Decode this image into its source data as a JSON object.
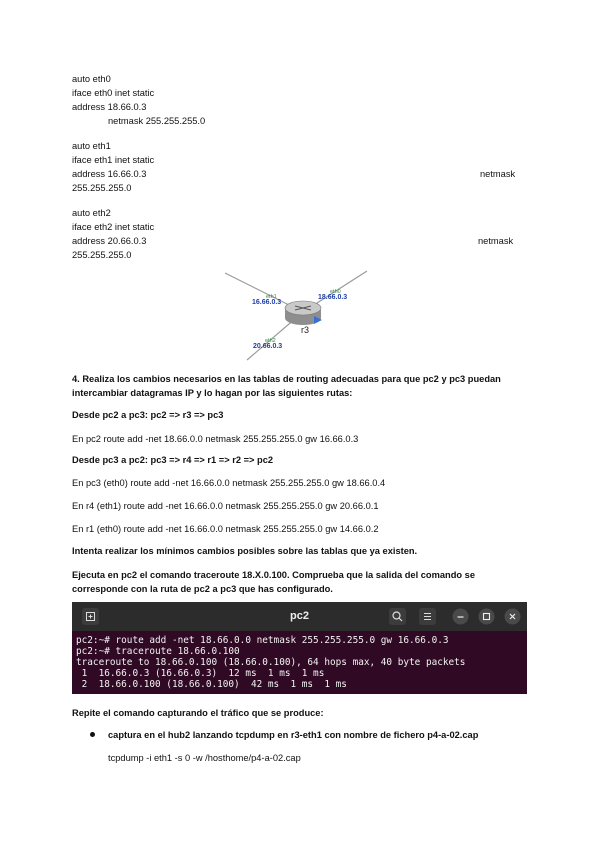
{
  "config": {
    "eth0": [
      "auto eth0",
      "iface eth0 inet static",
      "address 18.66.0.3",
      "netmask 255.255.255.0"
    ],
    "eth1": [
      "auto eth1",
      "iface eth1 inet static",
      "address 16.66.0.3",
      "netmask",
      "255.255.255.0"
    ],
    "eth2": [
      "auto eth2",
      "iface eth2 inet static",
      "address 20.66.0.3",
      "netmask",
      "255.255.255.0"
    ]
  },
  "diagram": {
    "router": "r3",
    "eth1_label": "eth1",
    "eth1_ip": "16.66.0.3",
    "eth0_label": "eth0",
    "eth0_ip": "18.66.0.3",
    "eth2_label": "eth2",
    "eth2_ip": "20.66.0.3"
  },
  "section4": {
    "q1": "4. Realiza los cambios necesarios en las tablas de routing adecuadas para que pc2 y pc3 puedan",
    "q2": "intercambiar datagramas IP y lo hagan por las siguientes rutas:",
    "r1_title": "Desde pc2 a pc3: pc2 => r3 => pc3",
    "r1_cmd": "En pc2 route add -net 18.66.0.0 netmask 255.255.255.0 gw 16.66.0.3",
    "r2_title": "Desde pc3 a pc2: pc3 => r4 => r1 => r2 => pc2",
    "r2_cmd1": "En pc3 (eth0)  route add -net 16.66.0.0 netmask 255.255.255.0 gw 18.66.0.4",
    "r2_cmd2": "En r4 (eth1) route add -net 16.66.0.0 netmask 255.255.255.0 gw 20.66.0.1",
    "r2_cmd3": " En r1 (eth0)  route add -net 16.66.0.0 netmask 255.255.255.0 gw 14.66.0.2",
    "note": "Intenta realizar los mínimos cambios posibles sobre las tablas que ya existen.",
    "trace1": "Ejecuta en pc2 el comando traceroute 18.X.0.100. Comprueba que la salida del comando se",
    "trace2": "corresponde con la ruta de pc2 a pc3 que has configurado."
  },
  "terminal": {
    "title": "pc2",
    "lines": [
      "pc2:~# route add -net 18.66.0.0 netmask 255.255.255.0 gw 16.66.0.3",
      "pc2:~# traceroute 18.66.0.100",
      "traceroute to 18.66.0.100 (18.66.0.100), 64 hops max, 40 byte packets",
      " 1  16.66.0.3 (16.66.0.3)  12 ms  1 ms  1 ms",
      " 2  18.66.0.100 (18.66.0.100)  42 ms  1 ms  1 ms"
    ]
  },
  "capture": {
    "intro": "Repite el comando capturando el tráfico que se produce:",
    "bullet": "captura en el hub2 lanzando tcpdump en r3-eth1 con nombre de fichero p4-a-02.cap",
    "cmd": "tcpdump -i eth1 -s 0 -w /hosthome/p4-a-02.cap"
  },
  "colors": {
    "terminal_bg": "#300a24",
    "titlebar_bg": "#2c2c2c",
    "ip_label": "#1f3fa8",
    "iface_label": "#2a8a3a"
  }
}
